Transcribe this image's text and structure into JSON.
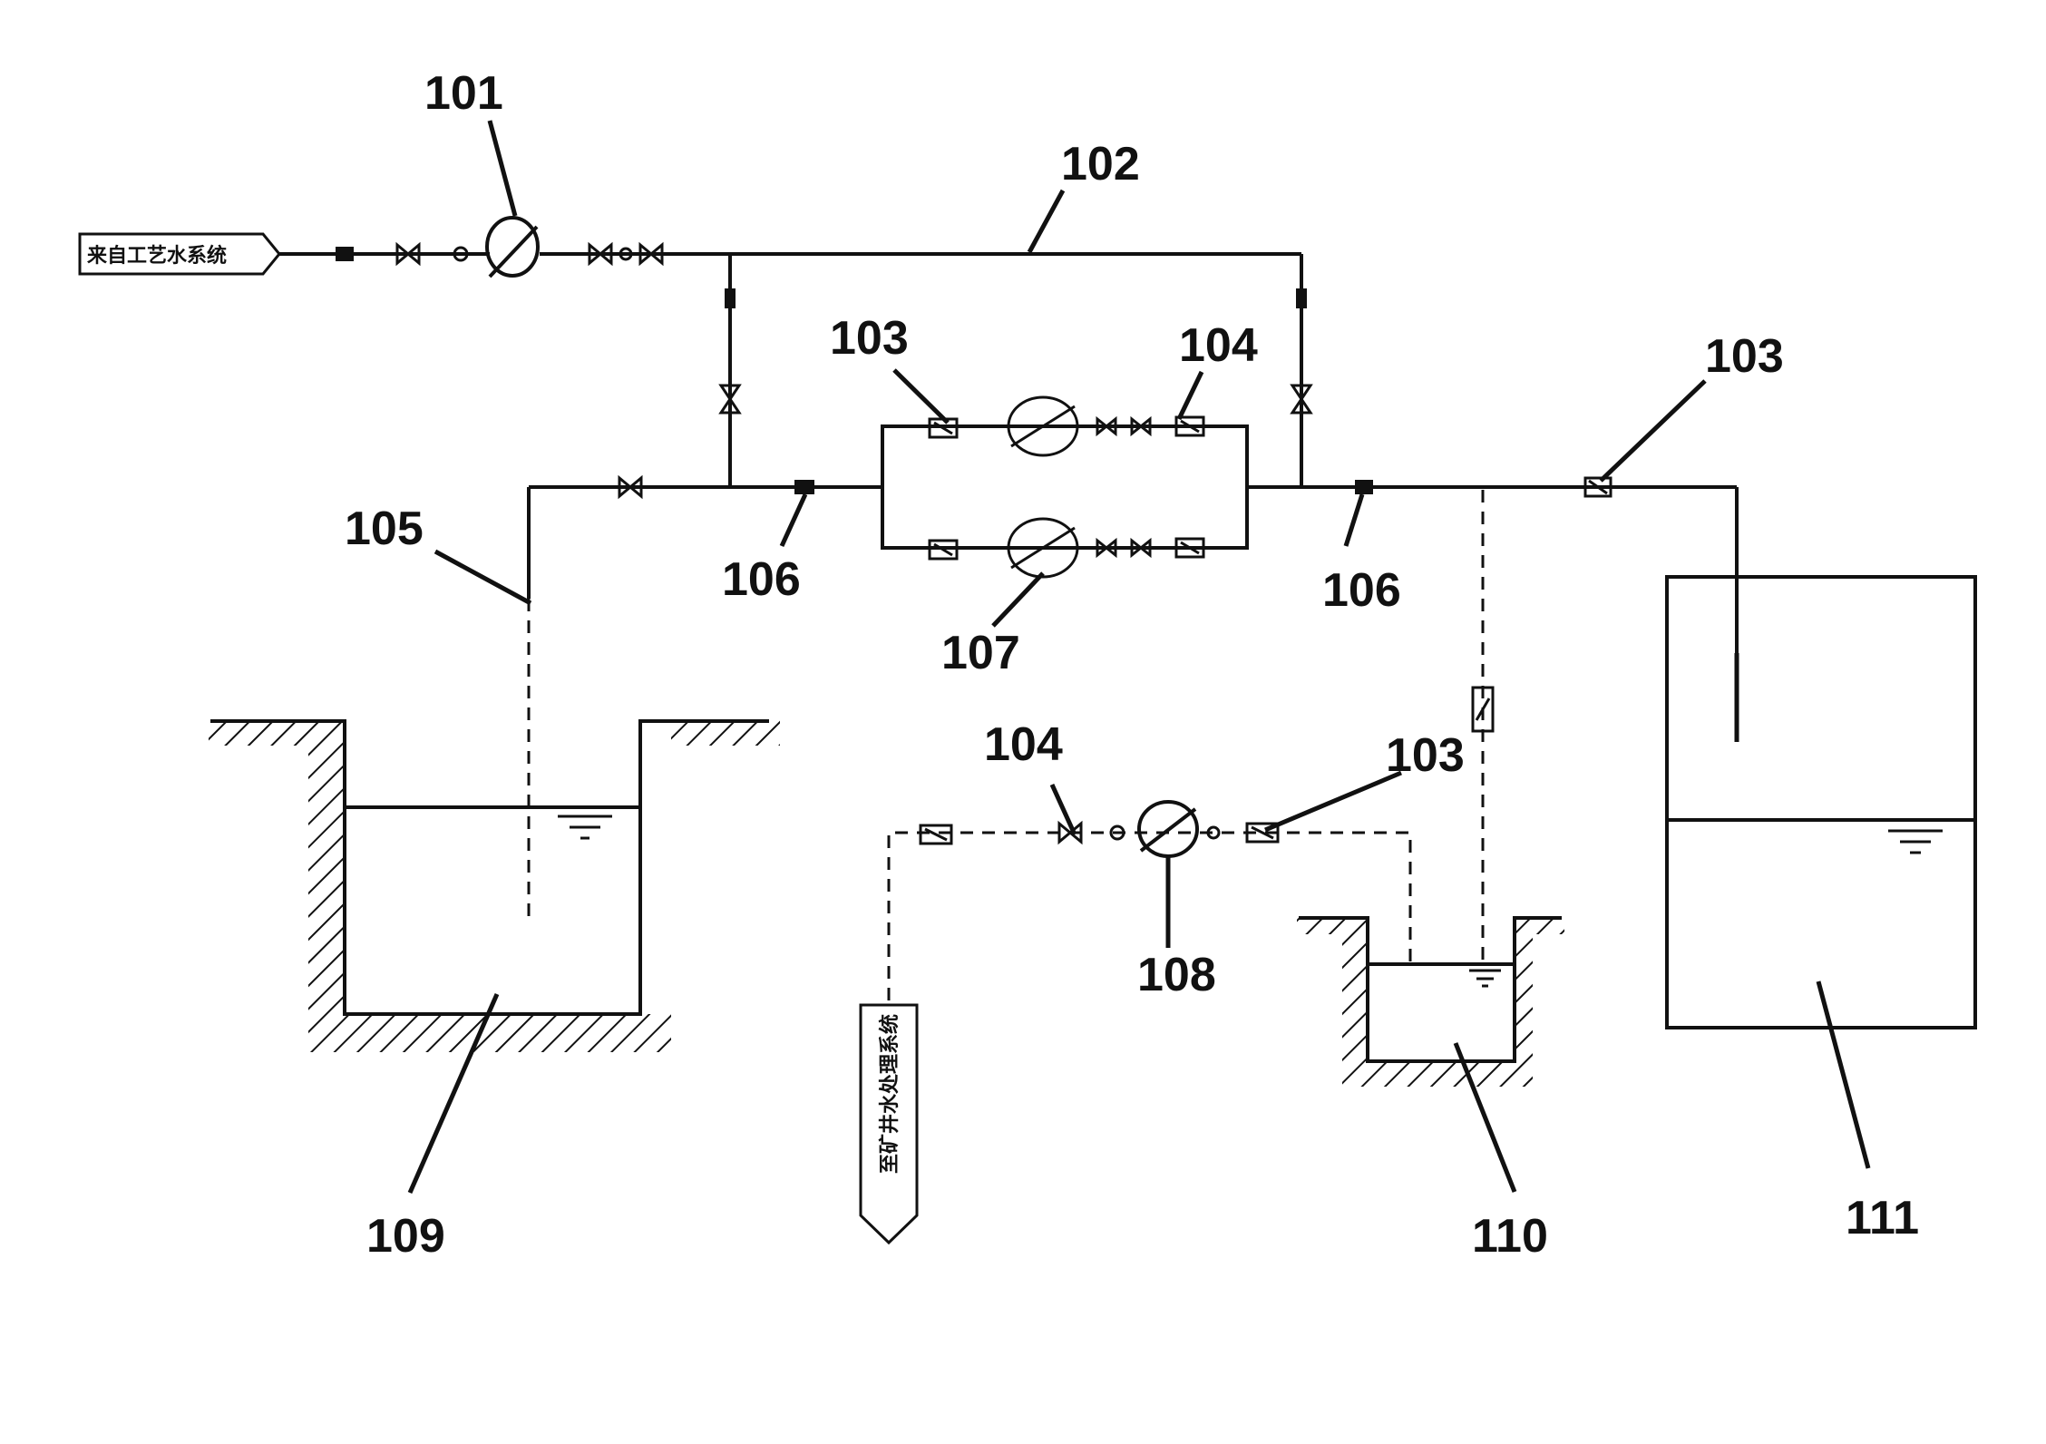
{
  "labels": {
    "l101": "101",
    "l102": "102",
    "l103a": "103",
    "l104a": "104",
    "l103b": "103",
    "l105": "105",
    "l106a": "106",
    "l107": "107",
    "l106b": "106",
    "l104b": "104",
    "l103c": "103",
    "l108": "108",
    "l109": "109",
    "l110": "110",
    "l111": "111"
  },
  "source": "来自工艺水系统",
  "destination": "至矿井水处理系统"
}
